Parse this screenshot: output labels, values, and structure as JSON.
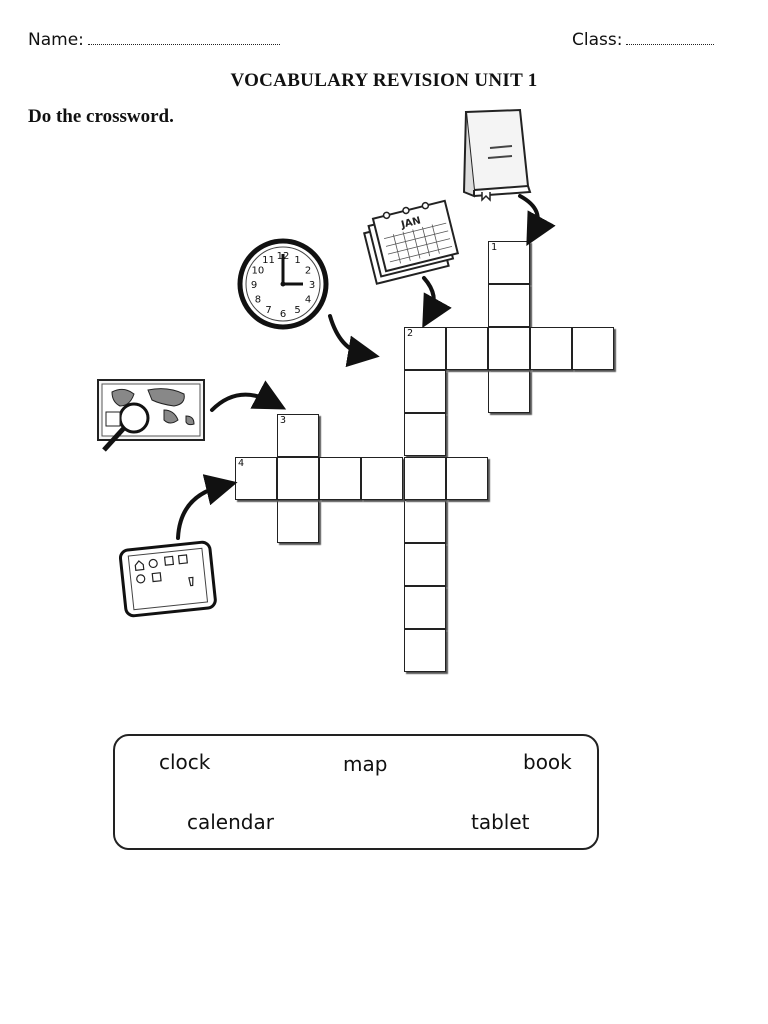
{
  "header": {
    "name_label": "Name:",
    "class_label": "Class:"
  },
  "title": "VOCABULARY REVISION UNIT 1",
  "instruction": "Do the crossword.",
  "crossword": {
    "numbers": [
      "1",
      "2",
      "3",
      "4"
    ]
  },
  "clock_numbers": [
    "12",
    "1",
    "2",
    "3",
    "4",
    "5",
    "6",
    "7",
    "8",
    "9",
    "10",
    "11"
  ],
  "calendar_month": "JAN",
  "word_bank": [
    "clock",
    "map",
    "book",
    "calendar",
    "tablet"
  ],
  "icons": [
    "book-icon",
    "calendar-icon",
    "clock-icon",
    "map-icon",
    "tablet-icon",
    "arrow-icon"
  ]
}
